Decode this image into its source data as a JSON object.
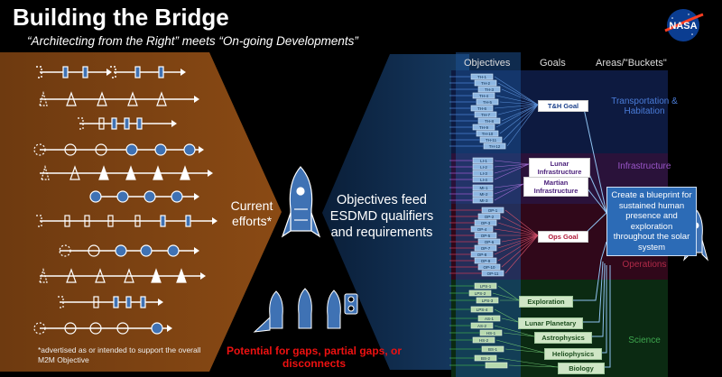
{
  "header": {
    "title": "Building the Bridge",
    "subtitle": "“Architecting from the Right” meets “On-going Developments”",
    "logo_text": "NASA"
  },
  "left_panel": {
    "current_efforts_label": "Current efforts*",
    "footnote": "*advertised as or intended to support the overall M2M Objective",
    "gaps_label": "Potential for gaps, partial gaps, or disconnects"
  },
  "center": {
    "feed_label": "Objectives feed ESDMD qualifiers and requirements"
  },
  "columns": {
    "objectives": "Objectives",
    "goals": "Goals",
    "areas": "Areas/\"Buckets\""
  },
  "objectives": {
    "th": [
      "TH-1",
      "TH-2",
      "TH-3",
      "TH-4",
      "TH-5",
      "TH-6",
      "TH-7",
      "TH-8",
      "TH-9",
      "TH-10",
      "TH-11",
      "TH-12"
    ],
    "li": [
      "LI-1",
      "LI-2",
      "LI-3",
      "LI-4"
    ],
    "mi": [
      "MI-1",
      "MI-2",
      "MI-3"
    ],
    "op": [
      "OP-1",
      "OP-2",
      "OP-3",
      "OP-4",
      "OP-5",
      "OP-6",
      "OP-7",
      "OP-8",
      "OP-9",
      "OP-10",
      "OP-11"
    ],
    "sci": [
      "LPS-1",
      "LPS-2",
      "LPS-3",
      "LPS-4",
      "AS-1",
      "AS-2",
      "HS-1",
      "HS-2",
      "BS-1",
      "BS-2"
    ]
  },
  "goals": {
    "th": "T&H Goal",
    "lunar": "Lunar Infrastructure",
    "martian": "Martian Infrastructure",
    "ops": "Ops Goal",
    "exploration": "Exploration",
    "lunar_planetary": "Lunar Planetary",
    "astrophysics": "Astrophysics",
    "heliophysics": "Heliophysics",
    "biology": "Biology"
  },
  "areas": {
    "th": "Transportation & Habitation",
    "infrastructure": "Infrastructure",
    "operations": "Operations",
    "science": "Science"
  },
  "blueprint": "Create a blueprint for sustained human presence and exploration throughout the solar system",
  "colors": {
    "brown": "#7a3f0e",
    "navy": "#0e2a4a",
    "rocket_blue": "#3f72b4",
    "th_band": "#0d1a40",
    "infra_band": "#2a123a",
    "ops_band": "#30081a",
    "sci_band": "#0b2a12",
    "gaps_red": "#e11111"
  },
  "icons": [
    "rocket-icon",
    "nasa-logo-icon",
    "arrow-icon"
  ]
}
